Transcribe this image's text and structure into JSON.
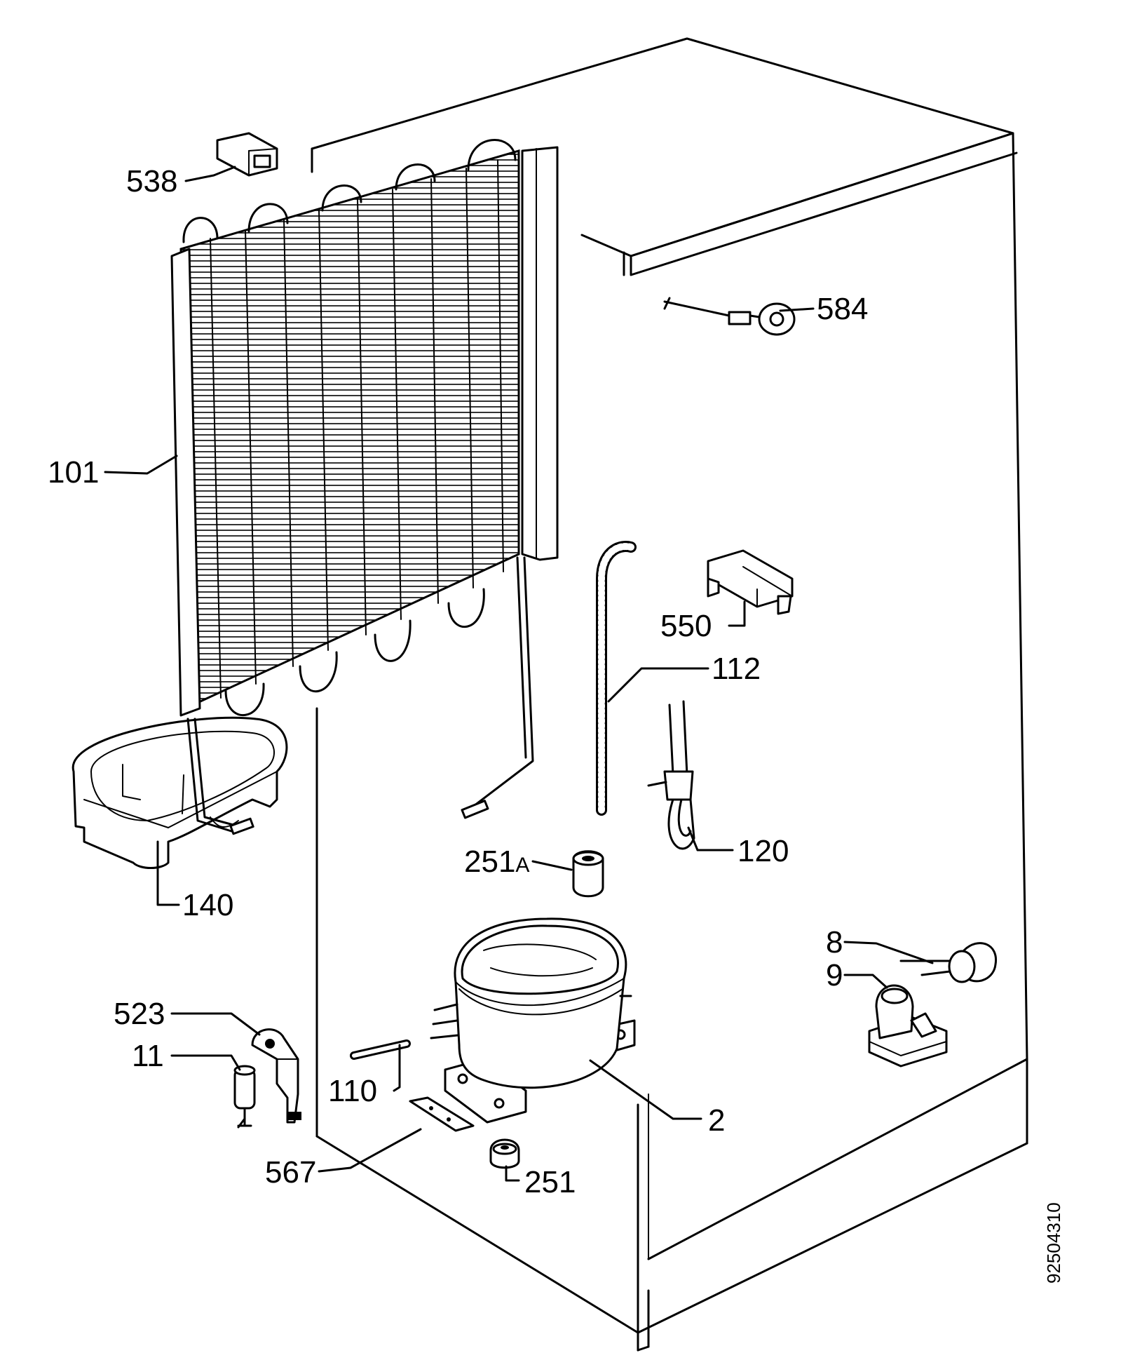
{
  "diagram": {
    "drawing_code": "92504310",
    "callouts": [
      {
        "id": "538",
        "text": "538"
      },
      {
        "id": "584",
        "text": "584"
      },
      {
        "id": "101",
        "text": "101"
      },
      {
        "id": "550",
        "text": "550"
      },
      {
        "id": "112",
        "text": "112"
      },
      {
        "id": "120",
        "text": "120"
      },
      {
        "id": "251a",
        "text": "251",
        "suffix": "A"
      },
      {
        "id": "140",
        "text": "140"
      },
      {
        "id": "8",
        "text": "8"
      },
      {
        "id": "9",
        "text": "9"
      },
      {
        "id": "523",
        "text": "523"
      },
      {
        "id": "11",
        "text": "11"
      },
      {
        "id": "110",
        "text": "110"
      },
      {
        "id": "2",
        "text": "2"
      },
      {
        "id": "567",
        "text": "567"
      },
      {
        "id": "251",
        "text": "251"
      }
    ]
  }
}
